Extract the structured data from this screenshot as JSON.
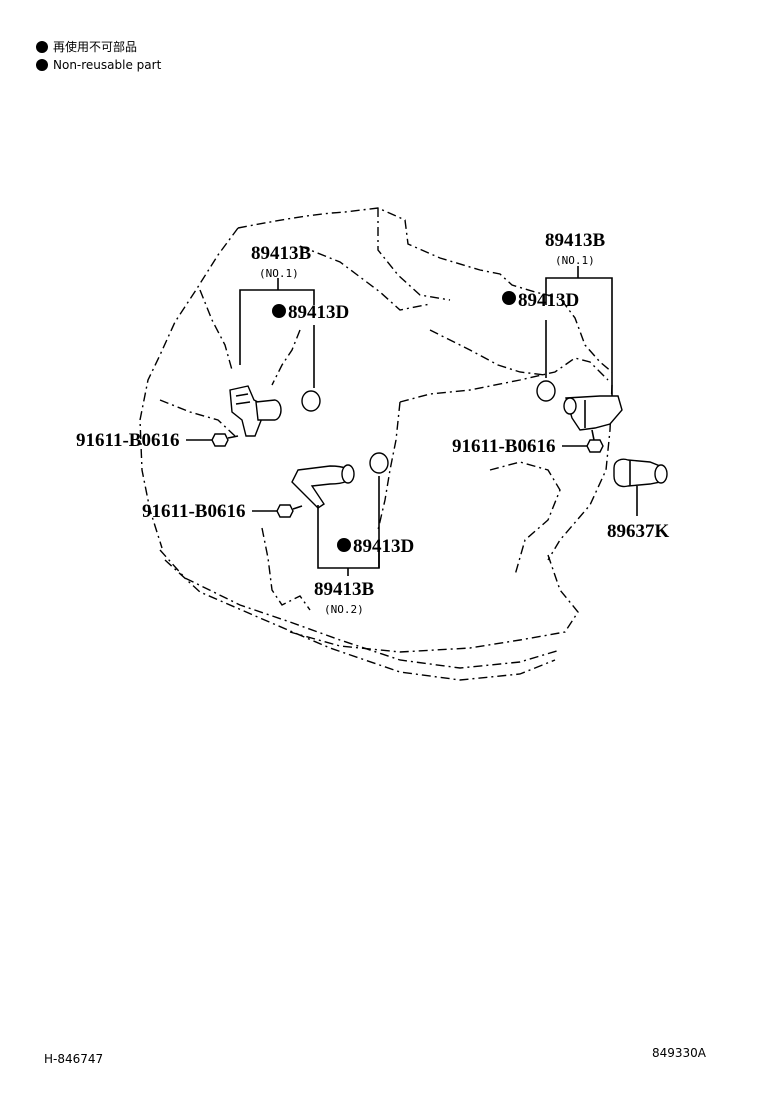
{
  "legend": {
    "items": [
      {
        "label": "再使用不可部品"
      },
      {
        "label": "Non-reusable part"
      }
    ]
  },
  "callouts": {
    "sensor_b_upper_left": "89413B",
    "sensor_b_upper_left_sub": "(NO.1)",
    "oring_left": "89413D",
    "oring_right": "89413D",
    "sensor_b_right": "89413B",
    "sensor_b_right_sub": "(NO.1)",
    "bolt_left": "91611-B0616",
    "bolt_right": "91611-B0616",
    "bolt_middle": "91611-B0616",
    "oring_lower": "89413D",
    "sensor_b_lower": "89413B",
    "sensor_b_lower_sub": "(NO.2)",
    "switch_right": "89637K"
  },
  "footer": {
    "left_code": "H-846747",
    "right_code": "849330A"
  }
}
